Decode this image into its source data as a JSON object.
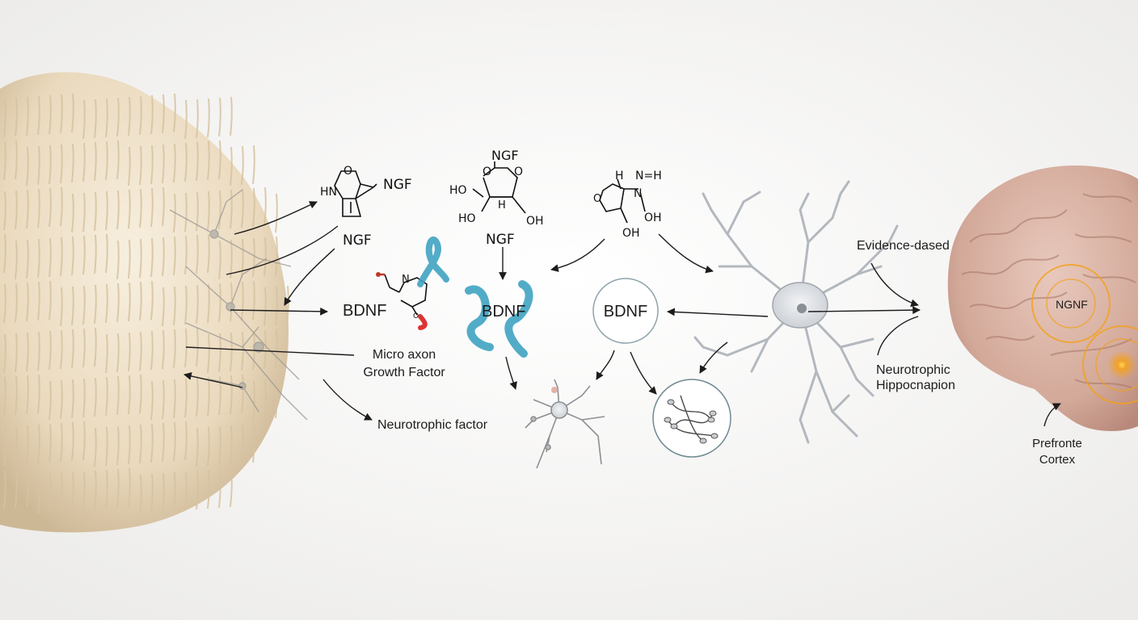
{
  "labels": {
    "micro_axon": "Micro axon",
    "growth_factor": "Growth Factor",
    "neurotrophic_factor": "Neurotrophic factor",
    "evidence": "Evidence-dased",
    "neurotrophic": "Neurotrophic",
    "hippocampus": "Hippocnapion",
    "prefrontal": "Prefronte",
    "cortex": "Cortex",
    "brain_spot": "NGNF"
  },
  "molecules": {
    "m1": {
      "name": "NGF",
      "atom_top": "O",
      "atom_left": "HN",
      "below": "NGF"
    },
    "m2": {
      "top": "NGF",
      "top_o": "O",
      "o": "O",
      "ho_left": "HO",
      "h": "H",
      "oh_bottom": "OH",
      "ho_bottom": "HO",
      "below": "NGF"
    },
    "m3": {
      "h": "H",
      "n_eq_h": "N=H",
      "n": "N",
      "oh_right": "OH",
      "oh_bottom": "OH",
      "o_left": "O"
    },
    "m4": {
      "n": "N",
      "o": "O"
    }
  },
  "proteins": {
    "bdnf_left": "BDNF",
    "bdnf_helix": "BDNF",
    "bdnf_circle": "BDNF"
  },
  "colors": {
    "background": "#f6f6f5",
    "mushroom": "#efe3cc",
    "helix": "#3fa3c2",
    "brain": "#d8b2a4",
    "glow": "#f2a01b",
    "neuron": "#c9cdd2"
  }
}
